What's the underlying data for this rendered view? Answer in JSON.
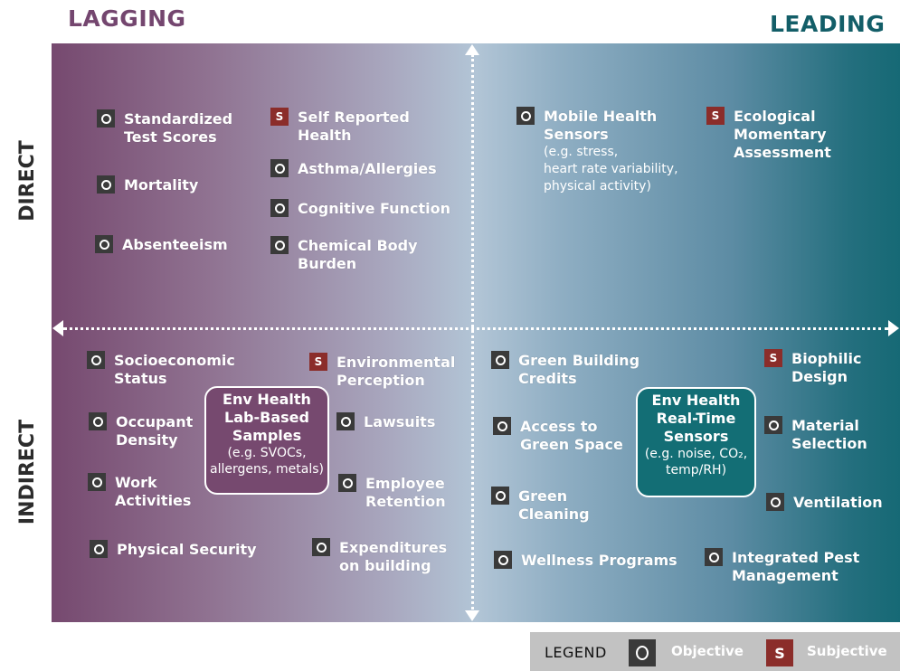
{
  "headers": {
    "lagging": "LAGGING",
    "leading": "LEADING",
    "direct": "DIRECT",
    "indirect": "INDIRECT"
  },
  "colors": {
    "lagging_purple": "#76496f",
    "leading_teal": "#166975",
    "objective_badge": "#3a3a3a",
    "subjective_badge": "#8b2d2a"
  },
  "badge_letters": {
    "objective": "O",
    "subjective": "S"
  },
  "direct_lagging": [
    {
      "type": "O",
      "label": "Standardized\nTest Scores"
    },
    {
      "type": "O",
      "label": "Mortality"
    },
    {
      "type": "O",
      "label": "Absenteeism"
    },
    {
      "type": "S",
      "label": "Self Reported\nHealth"
    },
    {
      "type": "O",
      "label": "Asthma/Allergies"
    },
    {
      "type": "O",
      "label": "Cognitive Function"
    },
    {
      "type": "O",
      "label": "Chemical Body\nBurden"
    }
  ],
  "direct_leading": [
    {
      "type": "O",
      "label": "Mobile Health\nSensors",
      "detail": "(e.g. stress,\nheart rate variability,\nphysical activity)"
    },
    {
      "type": "S",
      "label": "Ecological\nMomentary\nAssessment"
    }
  ],
  "indirect_lagging": [
    {
      "type": "O",
      "label": "Socioeconomic\nStatus"
    },
    {
      "type": "O",
      "label": "Occupant\nDensity"
    },
    {
      "type": "O",
      "label": "Work\nActivities"
    },
    {
      "type": "O",
      "label": "Physical Security"
    },
    {
      "type": "S",
      "label": "Environmental\nPerception"
    },
    {
      "type": "O",
      "label": "Lawsuits"
    },
    {
      "type": "O",
      "label": "Employee\nRetention"
    },
    {
      "type": "O",
      "label": "Expenditures\non building"
    }
  ],
  "indirect_leading": [
    {
      "type": "O",
      "label": "Green Building\nCredits"
    },
    {
      "type": "O",
      "label": "Access to\nGreen Space"
    },
    {
      "type": "O",
      "label": "Green\nCleaning"
    },
    {
      "type": "O",
      "label": "Wellness Programs"
    },
    {
      "type": "S",
      "label": "Biophilic\nDesign"
    },
    {
      "type": "O",
      "label": "Material\nSelection"
    },
    {
      "type": "O",
      "label": "Ventilation"
    },
    {
      "type": "O",
      "label": "Integrated Pest\nManagement"
    }
  ],
  "lab_box": {
    "title": "Env Health\nLab-Based\nSamples",
    "detail": "(e.g. SVOCs,\nallergens, metals)"
  },
  "rt_box": {
    "title": "Env Health\nReal-Time\nSensors",
    "detail": "(e.g. noise, CO₂,\ntemp/RH)"
  },
  "legend": {
    "title": "LEGEND",
    "objective": "Objective",
    "subjective": "Subjective"
  }
}
